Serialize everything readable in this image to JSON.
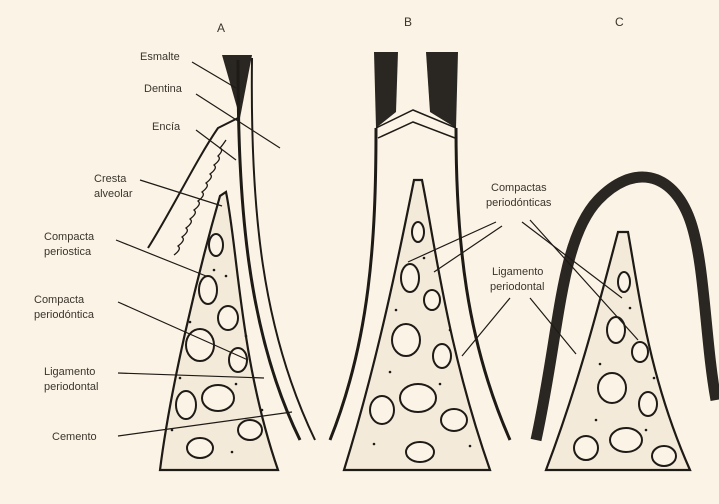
{
  "figure": {
    "panels": [
      "A",
      "B",
      "C"
    ],
    "labels_panel_a": {
      "esmalte": "Esmalte",
      "dentina": "Dentina",
      "encia": "Encía",
      "cresta_line1": "Cresta",
      "cresta_line2": "alveolar",
      "compacta_periostica_line1": "Compacta",
      "compacta_periostica_line2": "periostica",
      "compacta_periodontica_line1": "Compacta",
      "compacta_periodontica_line2": "periodóntica",
      "ligamento_line1": "Ligamento",
      "ligamento_line2": "periodontal",
      "cemento": "Cemento"
    },
    "labels_center": {
      "compactas_line1": "Compactas",
      "compactas_line2": "periodónticas",
      "ligamento_line1": "Ligamento",
      "ligamento_line2": "periodontal"
    },
    "colors": {
      "background": "#fbf4e6",
      "ink": "#1e1a16",
      "enamel": "#2a2622"
    }
  }
}
